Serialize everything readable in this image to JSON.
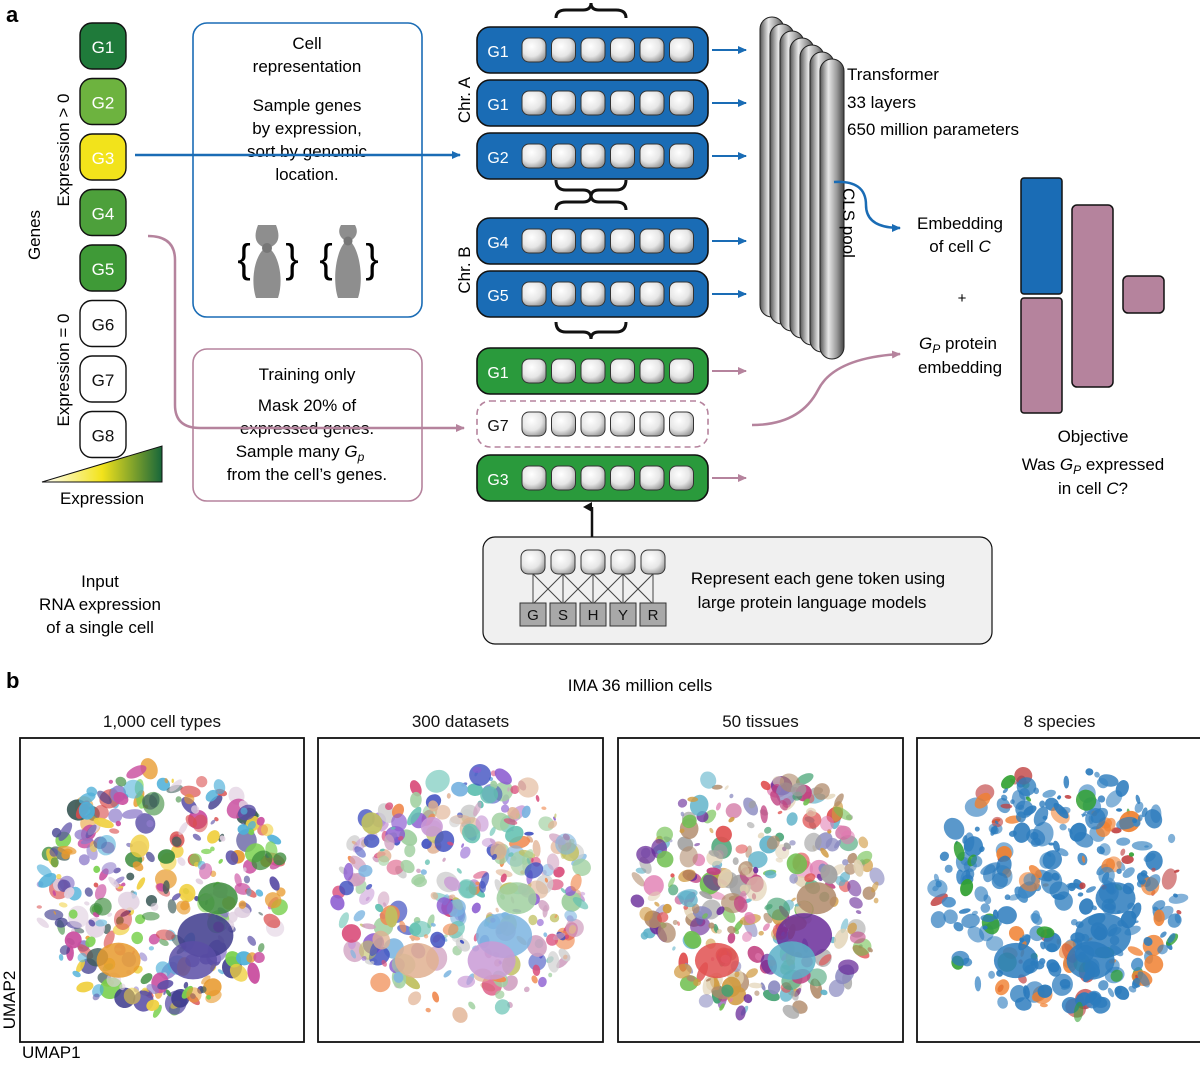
{
  "panel_a": {
    "label": "a",
    "genes_label": "Genes",
    "expr_pos_label": "Expression > 0",
    "expr_zero_label": "Expression = 0",
    "expression_label": "Expression",
    "genes": [
      {
        "name": "G1",
        "color": "#1f7a3a"
      },
      {
        "name": "G2",
        "color": "#6db33f"
      },
      {
        "name": "G3",
        "color": "#f2e31b"
      },
      {
        "name": "G4",
        "color": "#4da03b"
      },
      {
        "name": "G5",
        "color": "#3f9a37"
      },
      {
        "name": "G6",
        "color": "#ffffff"
      },
      {
        "name": "G7",
        "color": "#ffffff"
      },
      {
        "name": "G8",
        "color": "#ffffff"
      }
    ],
    "input_caption": [
      "Input",
      "RNA expression",
      "of a single cell"
    ],
    "cell_rep": {
      "title": [
        "Cell",
        "representation"
      ],
      "body": [
        "Sample genes",
        "by expression,",
        "sort by genomic",
        "location."
      ]
    },
    "training": {
      "title": "Training only",
      "body": [
        "Mask 20% of",
        "expressed genes.",
        "Sample many"
      ],
      "last": "from the cell’s genes.",
      "gp": "G",
      "gp_sub": "p"
    },
    "chr_a": "Chr. A",
    "chr_b": "Chr. B",
    "token_rows": [
      {
        "name": "G1",
        "style": "blue"
      },
      {
        "name": "G1",
        "style": "blue"
      },
      {
        "name": "G2",
        "style": "blue"
      },
      {
        "name": "G4",
        "style": "blue"
      },
      {
        "name": "G5",
        "style": "blue"
      },
      {
        "name": "G1",
        "style": "green"
      },
      {
        "name": "G7",
        "style": "dashed"
      },
      {
        "name": "G3",
        "style": "green"
      }
    ],
    "transformer": [
      "Transformer",
      "33 layers",
      "650 million parameters"
    ],
    "cls_pool": "CLS pool",
    "embedding_cell": [
      "Embedding",
      "of cell"
    ],
    "embedding_cell_c": "C",
    "plus": "+",
    "gp_protein": [
      "protein",
      "embedding"
    ],
    "objective": "Objective",
    "was_gp": [
      "Was",
      "expressed"
    ],
    "in_cell_c": [
      "in cell",
      "?"
    ],
    "aa_letters": [
      "G",
      "S",
      "H",
      "Y",
      "R"
    ],
    "plm_text": [
      "Represent each gene token using",
      "large protein language models"
    ],
    "colors": {
      "blue": "#1a6cb5",
      "green": "#2a9a3c",
      "pink": "#b5839d",
      "gray_box": "#f0f0f0"
    }
  },
  "panel_b": {
    "label": "b",
    "title": "IMA 36 million cells",
    "panels": [
      {
        "title": "1,000 cell types"
      },
      {
        "title": "300 datasets"
      },
      {
        "title": "50 tissues"
      },
      {
        "title": "8 species"
      }
    ],
    "ylabel": "UMAP2",
    "xlabel": "UMAP1"
  }
}
